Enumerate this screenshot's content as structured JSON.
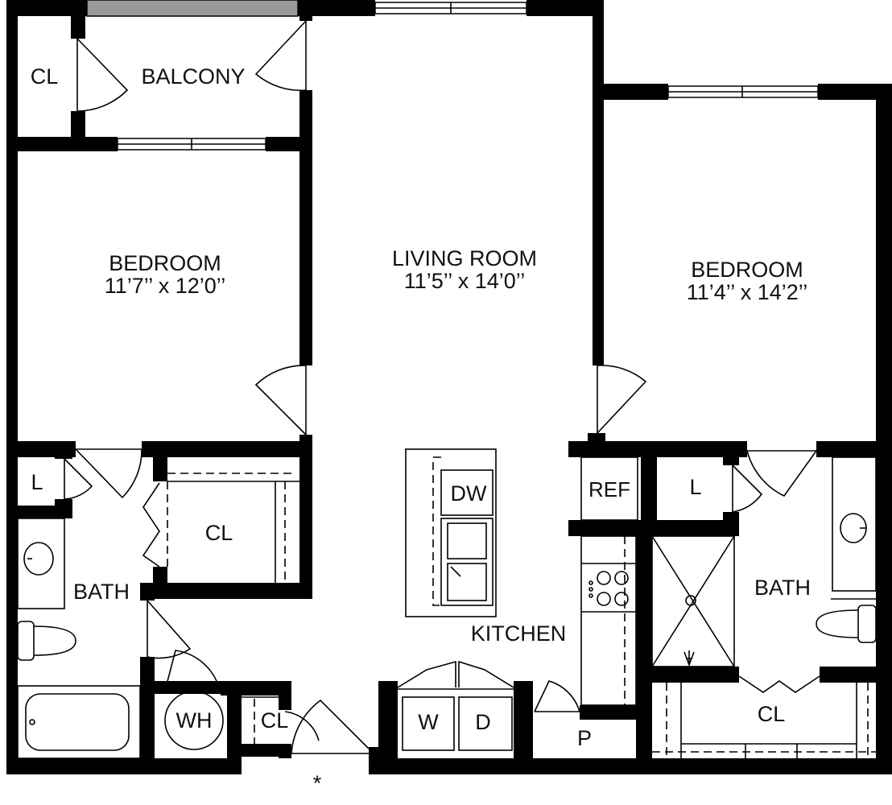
{
  "plan": {
    "rooms": {
      "closet_top_left": "CL",
      "balcony": "BALCONY",
      "bedroom_left": {
        "name": "BEDROOM",
        "dims": "11’7’’ x 12’0’’"
      },
      "living_room": {
        "name": "LIVING ROOM",
        "dims": "11’5’’ x 14’0’’"
      },
      "bedroom_right": {
        "name": "BEDROOM",
        "dims": "11’4’’ x 14’2’’"
      },
      "linen_left": "L",
      "closet_left": "CL",
      "bath_left": "BATH",
      "dishwasher": "DW",
      "refrigerator": "REF",
      "linen_right": "L",
      "bath_right": "BATH",
      "kitchen": "KITCHEN",
      "water_heater": "WH",
      "closet_entry": "CL",
      "washer": "W",
      "dryer": "D",
      "pantry": "P",
      "closet_right": "CL",
      "entry_marker": "*"
    },
    "colors": {
      "wall": "#000000",
      "balcony_rail": "#999999",
      "background": "#ffffff"
    }
  }
}
